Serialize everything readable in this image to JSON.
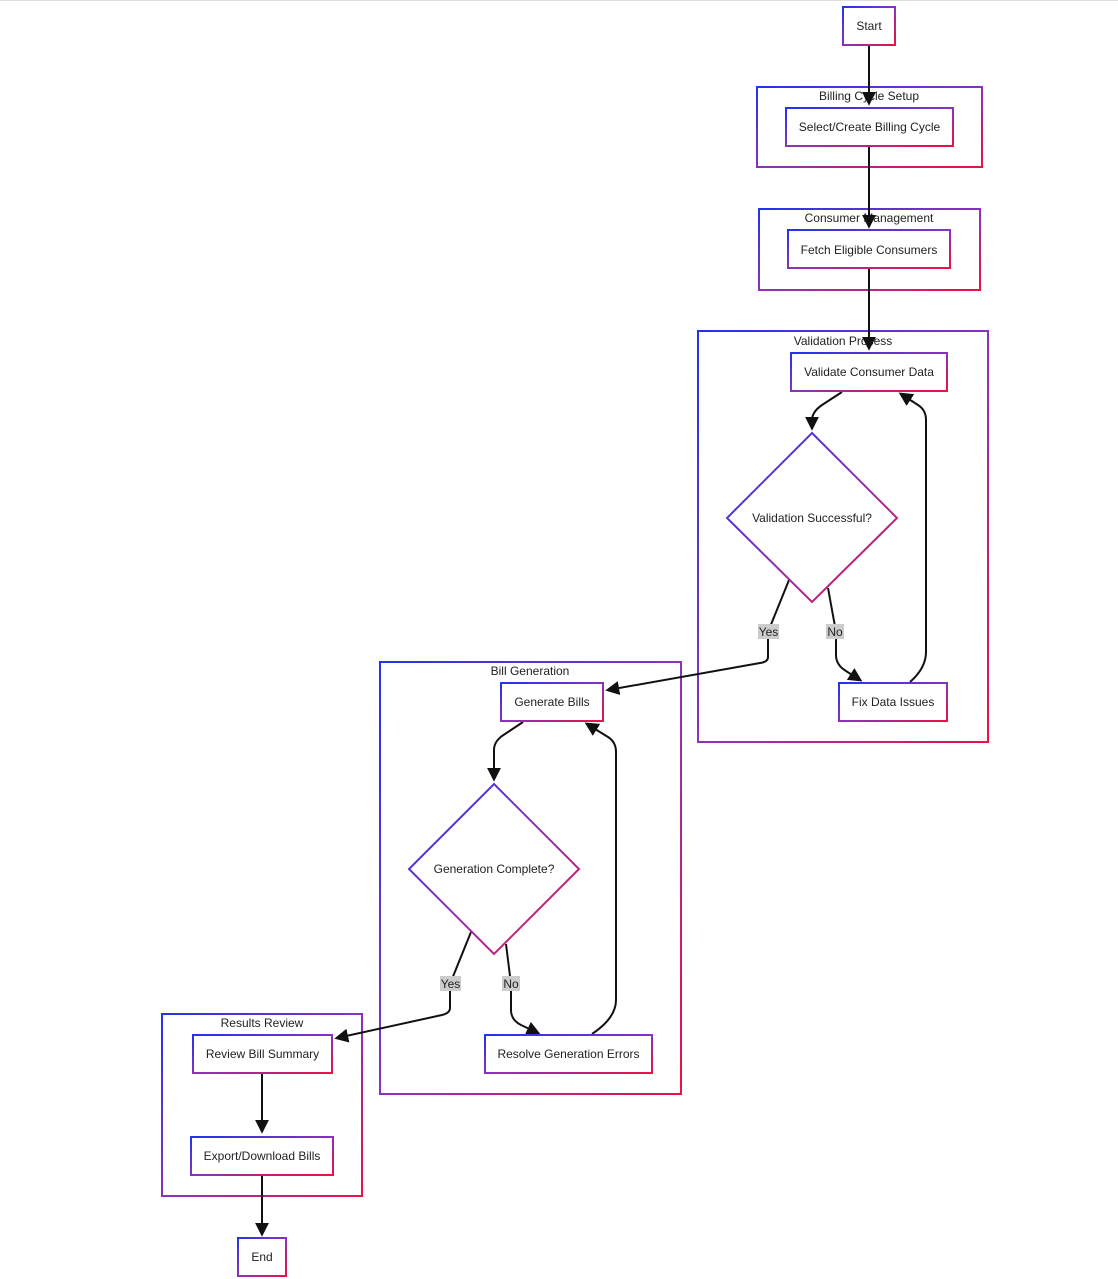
{
  "colors": {
    "border_start": "#2233ee",
    "border_mid": "#8833bb",
    "border_end": "#ee1144",
    "edge": "#111111",
    "edge_label_bg": "#cccccc",
    "top_rule": "#dddddd"
  },
  "diagram": {
    "clusters": {
      "billing": {
        "title": "Billing Cycle Setup"
      },
      "consumer": {
        "title": "Consumer Management"
      },
      "validation": {
        "title": "Validation Process"
      },
      "generation": {
        "title": "Bill Generation"
      },
      "review": {
        "title": "Results Review"
      }
    },
    "nodes": {
      "start": {
        "label": "Start"
      },
      "select_cycle": {
        "label": "Select/Create Billing Cycle"
      },
      "fetch_consumers": {
        "label": "Fetch Eligible Consumers"
      },
      "validate_data": {
        "label": "Validate Consumer Data"
      },
      "validation_ok": {
        "label": "Validation Successful?"
      },
      "fix_issues": {
        "label": "Fix Data Issues"
      },
      "generate_bills": {
        "label": "Generate Bills"
      },
      "generation_done": {
        "label": "Generation Complete?"
      },
      "resolve_errors": {
        "label": "Resolve Generation Errors"
      },
      "review_summary": {
        "label": "Review Bill Summary"
      },
      "export_bills": {
        "label": "Export/Download Bills"
      },
      "end": {
        "label": "End"
      }
    },
    "edge_labels": {
      "validation_yes": "Yes",
      "validation_no": "No",
      "generation_yes": "Yes",
      "generation_no": "No"
    }
  }
}
